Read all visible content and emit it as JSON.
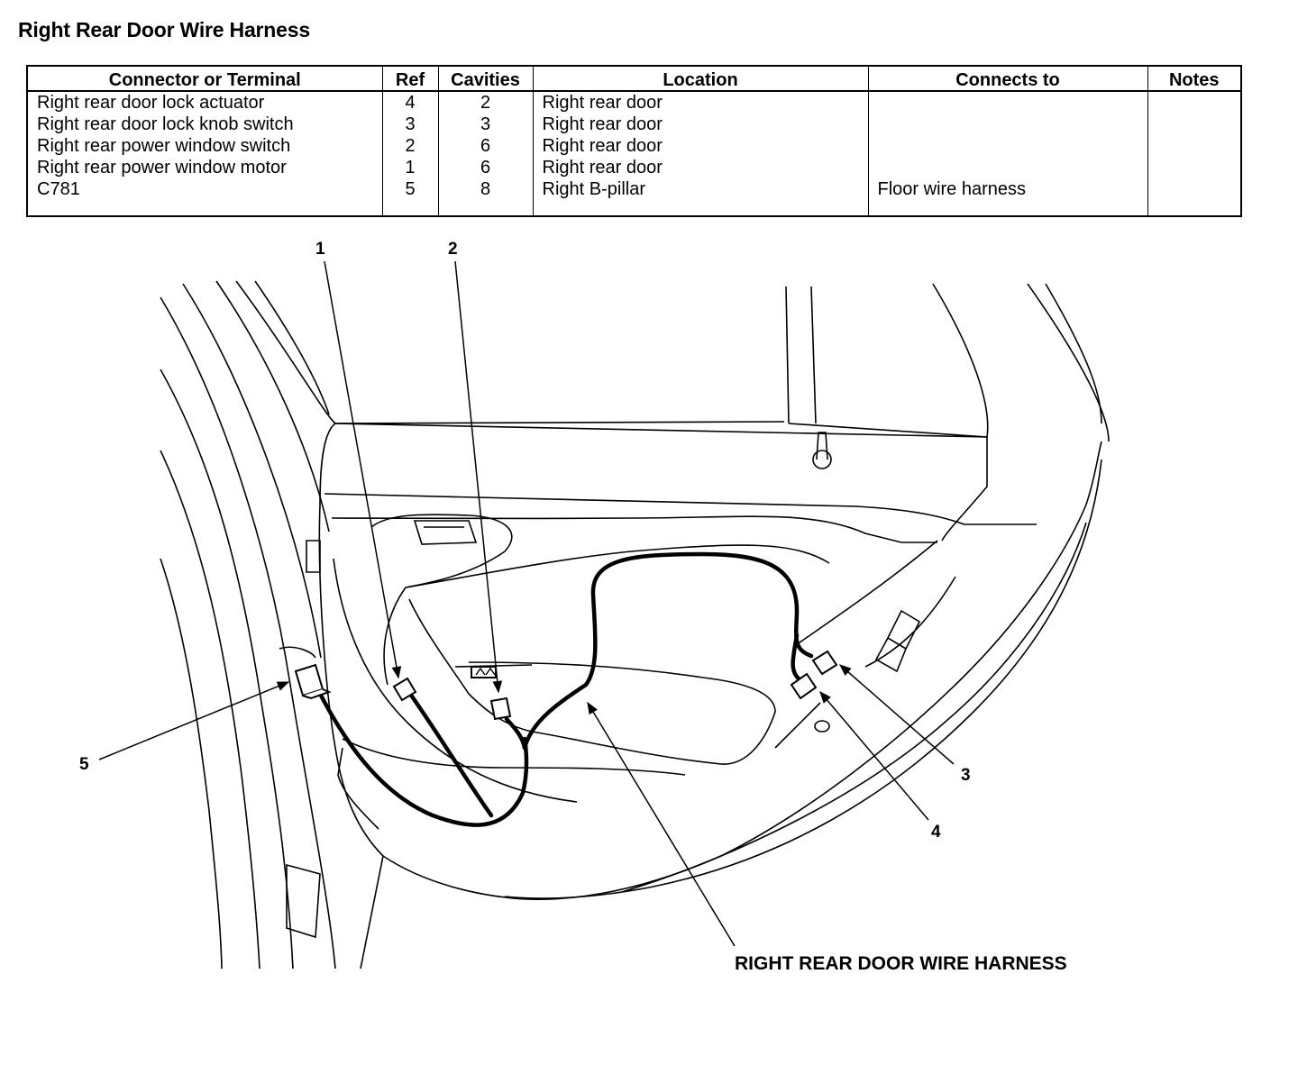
{
  "title": "Right Rear Door Wire Harness",
  "table": {
    "headers": [
      "Connector or Terminal",
      "Ref",
      "Cavities",
      "Location",
      "Connects to",
      "Notes"
    ],
    "rows": [
      {
        "connector": "Right rear door lock actuator",
        "ref": "4",
        "cavities": "2",
        "location": "Right rear door",
        "connects_to": "",
        "notes": ""
      },
      {
        "connector": "Right rear door lock knob switch",
        "ref": "3",
        "cavities": "3",
        "location": "Right rear door",
        "connects_to": "",
        "notes": ""
      },
      {
        "connector": "Right rear power window switch",
        "ref": "2",
        "cavities": "6",
        "location": "Right rear door",
        "connects_to": "",
        "notes": ""
      },
      {
        "connector": "Right rear power window motor",
        "ref": "1",
        "cavities": "6",
        "location": "Right rear door",
        "connects_to": "",
        "notes": ""
      },
      {
        "connector": "C781",
        "ref": "5",
        "cavities": "8",
        "location": "Right B-pillar",
        "connects_to": "Floor wire harness",
        "notes": ""
      }
    ]
  },
  "diagram": {
    "callouts": [
      "1",
      "2",
      "3",
      "4",
      "5"
    ],
    "harness_label": "RIGHT REAR DOOR WIRE HARNESS"
  }
}
